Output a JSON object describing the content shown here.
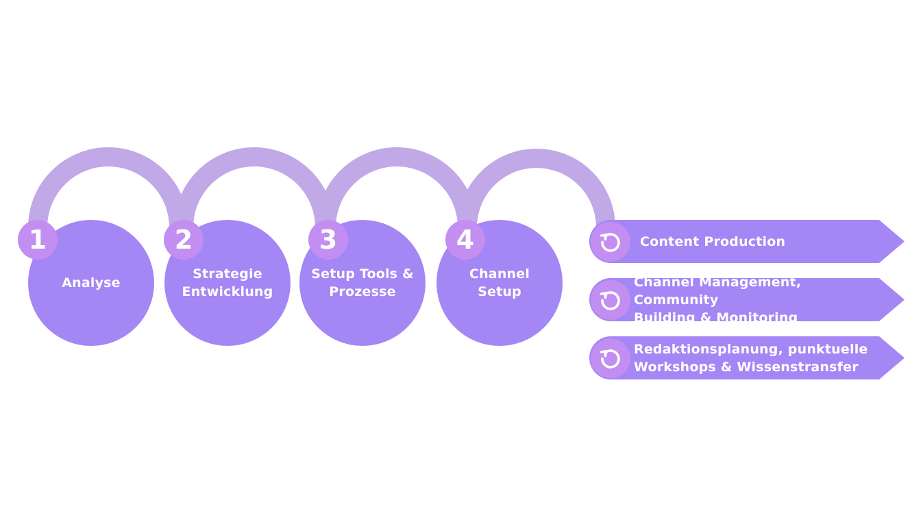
{
  "colors": {
    "circle": "#a486f5",
    "badge": "#c38ef2",
    "arc": "#c1a8e6",
    "arrow": "#a486f5",
    "text": "#ffffff"
  },
  "steps": [
    {
      "number": "1",
      "label": "Analyse"
    },
    {
      "number": "2",
      "label": "Strategie\nEntwicklung"
    },
    {
      "number": "3",
      "label": "Setup Tools &\nProzesse"
    },
    {
      "number": "4",
      "label": "Channel\nSetup"
    }
  ],
  "ongoing": [
    {
      "icon": "refresh-icon",
      "label": "Content Production"
    },
    {
      "icon": "refresh-icon",
      "label": "Channel Management, Community\nBuilding & Monitoring"
    },
    {
      "icon": "refresh-icon",
      "label": "Redaktionsplanung, punktuelle\nWorkshops & Wissenstransfer"
    }
  ]
}
